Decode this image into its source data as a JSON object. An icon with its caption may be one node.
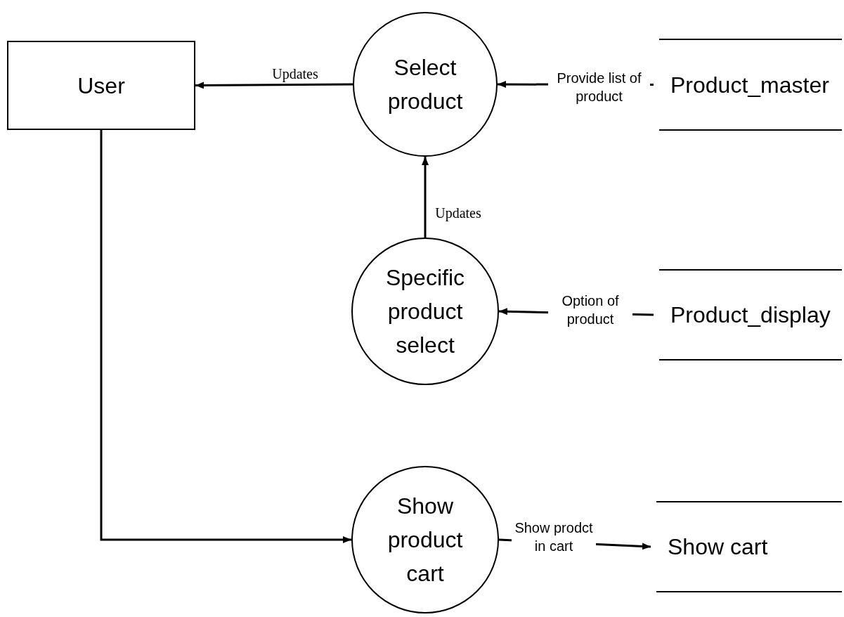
{
  "diagram": {
    "nodes": [
      {
        "text": [
          "User"
        ]
      },
      {
        "text": [
          "Select product"
        ]
      },
      {
        "text": [
          "Product_master"
        ]
      },
      {
        "text": [
          "Specific product select"
        ]
      },
      {
        "text": [
          "Product_display"
        ]
      },
      {
        "text": [
          "Show product cart"
        ]
      },
      {
        "text": [
          "Show cart"
        ]
      }
    ],
    "edges": [
      {
        "from": 1,
        "to": 0,
        "arrow": "to",
        "label": "Updates"
      },
      {
        "from": 2,
        "to": 1,
        "arrow": "to",
        "label": "Provide list of product"
      },
      {
        "from": 3,
        "to": 1,
        "arrow": "to",
        "label": "Updates"
      },
      {
        "from": 4,
        "to": 3,
        "arrow": "to",
        "label": "Option of product"
      },
      {
        "from": 0,
        "to": 5,
        "arrow": "to"
      },
      {
        "from": 5,
        "to": 6,
        "arrow": "to",
        "label": "Show prodct in cart"
      }
    ]
  }
}
